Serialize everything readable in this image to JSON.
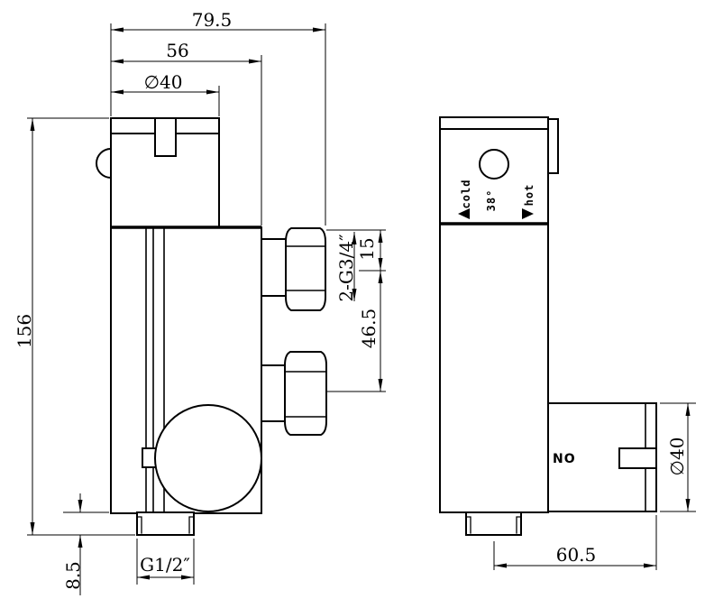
{
  "drawing": {
    "type": "technical-drawing",
    "subject": "thermostatic shower valve, two orthographic views",
    "ink_color": "#000000",
    "paper_color": "#ffffff",
    "side_view": {
      "dimensions": {
        "overall_width": "79.5",
        "body_width": "56",
        "handle_diameter": "∅40",
        "overall_height": "156",
        "outlet_stub_height": "8.5",
        "outlet_thread": "G1/2″",
        "inlet_top_offset": "15",
        "inlet_thread": "2-G3/4″",
        "inlet_spacing": "46.5"
      }
    },
    "front_view": {
      "labels": {
        "cold": "cold",
        "temperature": "38°",
        "hot": "hot",
        "knob_text": "NO"
      },
      "dimensions": {
        "knob_diameter": "∅40",
        "knob_depth": "60.5"
      }
    }
  }
}
